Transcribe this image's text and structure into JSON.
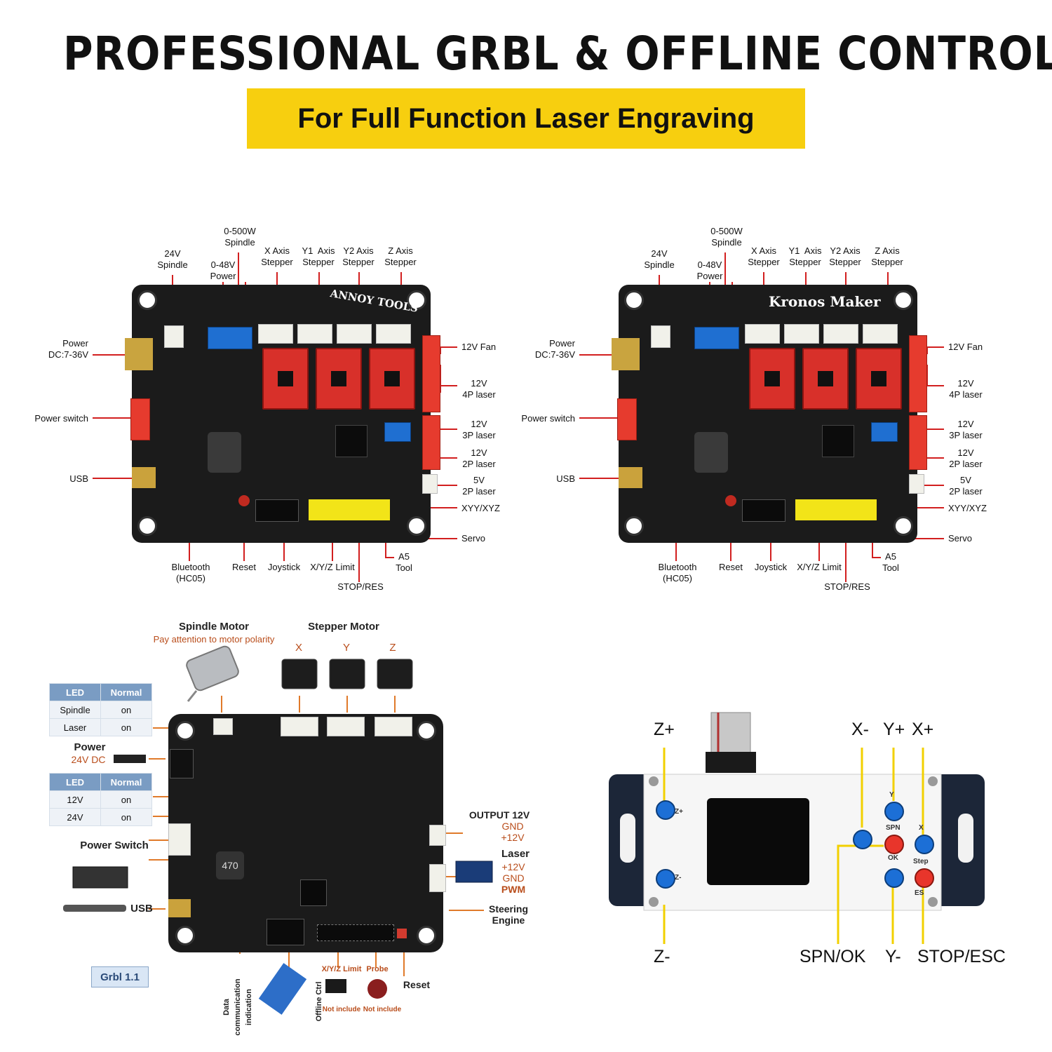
{
  "header": {
    "title": "PROFESSIONAL GRBL & OFFLINE CONTROL",
    "subtitle": "For Full Function Laser Engraving"
  },
  "colors": {
    "banner": "#f7cf0f",
    "pointer": "#d21f1f",
    "orange_arrow": "#e07a2a",
    "yellow_line": "#f2d000"
  },
  "board_a": {
    "brand": "ANNOY TOOLS",
    "labels": {
      "spindle_24v": "24V\nSpindle",
      "power_048": "0-48V\nPower",
      "spindle_500w": "0-500W\nSpindle",
      "x_stepper": "X Axis\nStepper",
      "y1_stepper": "Y1  Axis\nStepper",
      "y2_stepper": "Y2 Axis\nStepper",
      "z_stepper": "Z Axis\nStepper",
      "power_dc": "Power\nDC:7-36V",
      "power_switch": "Power switch",
      "usb": "USB",
      "fan_12v": "12V Fan",
      "laser_4p": "12V\n4P laser",
      "laser_3p": "12V\n3P laser",
      "laser_2p_12v": "12V\n2P laser",
      "laser_2p_5v": "5V\n2P laser",
      "xyy": "XYY/XYZ",
      "servo": "Servo",
      "bluetooth": "Bluetooth\n(HC05)",
      "reset": "Reset",
      "joystick": "Joystick",
      "limit": "X/Y/Z Limit",
      "a5_tool": "A5\nTool",
      "stop_res": "STOP/RES"
    }
  },
  "board_b": {
    "brand": "Kronos Maker",
    "labels": {
      "spindle_24v": "24V\nSpindle",
      "power_048": "0-48V\nPower",
      "spindle_500w": "0-500W\nSpindle",
      "x_stepper": "X Axis\nStepper",
      "y1_stepper": "Y1  Axis\nStepper",
      "y2_stepper": "Y2 Axis\nStepper",
      "z_stepper": "Z Axis\nStepper",
      "power_dc": "Power\nDC:7-36V",
      "power_switch": "Power switch",
      "usb": "USB",
      "fan_12v": "12V Fan",
      "laser_4p": "12V\n4P laser",
      "laser_3p": "12V\n3P laser",
      "laser_2p_12v": "12V\n2P laser",
      "laser_2p_5v": "5V\n2P laser",
      "xyy": "XYY/XYZ",
      "servo": "Servo",
      "bluetooth": "Bluetooth\n(HC05)",
      "reset": "Reset",
      "joystick": "Joystick",
      "limit": "X/Y/Z Limit",
      "a5_tool": "A5\nTool",
      "stop_res": "STOP/RES"
    }
  },
  "wiring": {
    "spindle_motor": "Spindle Motor",
    "polarity_note": "Pay attention to motor polarity",
    "stepper_motor": "Stepper Motor",
    "axes": [
      "X",
      "Y",
      "Z"
    ],
    "led_table_1": {
      "head": [
        "LED",
        "Normal"
      ],
      "rows": [
        [
          "Spindle",
          "on"
        ],
        [
          "Laser",
          "on"
        ]
      ]
    },
    "power": "Power",
    "power_dc": "24V DC",
    "led_table_2": {
      "head": [
        "LED",
        "Normal"
      ],
      "rows": [
        [
          "12V",
          "on"
        ],
        [
          "24V",
          "on"
        ]
      ]
    },
    "power_switch": "Power Switch",
    "usb": "USB",
    "output": "OUTPUT 12V",
    "output_pins": "GND\n+12V",
    "laser": "Laser",
    "laser_pins": "+12V\nGND",
    "laser_pwm": "PWM",
    "steering": "Steering\nEngine",
    "data_comm": "Data\ncommunication\nindication",
    "offline_ctrl": "Offline Ctrl",
    "limit": "X/Y/Z Limit",
    "probe": "Probe",
    "not_include_1": "Not include",
    "not_include_2": "Not include",
    "reset": "Reset",
    "version": "Grbl 1.1",
    "board_silk": "470"
  },
  "offline_controller": {
    "labels": {
      "z_plus": "Z+",
      "z_minus": "Z-",
      "x_minus": "X-",
      "y_plus": "Y+",
      "x_plus": "X+",
      "spn_ok": "SPN/OK",
      "y_minus": "Y-",
      "stop_esc": "STOP/ESC"
    },
    "silk": {
      "zp": "Z+",
      "zm": "Z-",
      "spn": "SPN",
      "ok": "OK",
      "step": "Step",
      "es": "ES",
      "y": "Y",
      "x": "X"
    }
  }
}
